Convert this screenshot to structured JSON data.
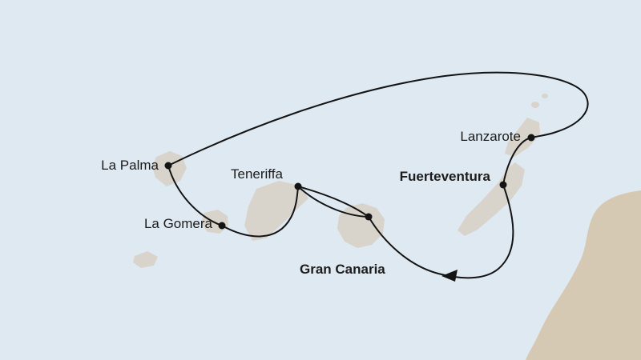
{
  "map": {
    "region": "Canary Islands cruise route",
    "ports": {
      "la_palma": {
        "label": "La Palma",
        "emphasis": false
      },
      "teneriffa": {
        "label": "Teneriffa",
        "emphasis": false
      },
      "la_gomera": {
        "label": "La Gomera",
        "emphasis": false
      },
      "gran_canaria": {
        "label": "Gran Canaria",
        "emphasis": true
      },
      "fuerteventura": {
        "label": "Fuerteventura",
        "emphasis": true
      },
      "lanzarote": {
        "label": "Lanzarote",
        "emphasis": false
      }
    },
    "colors": {
      "sea": "#dfe9f2",
      "island": "#d8d4cb",
      "mainland": "#d6c9b4",
      "route": "#141414",
      "label_text": "#1c1c1c"
    }
  }
}
